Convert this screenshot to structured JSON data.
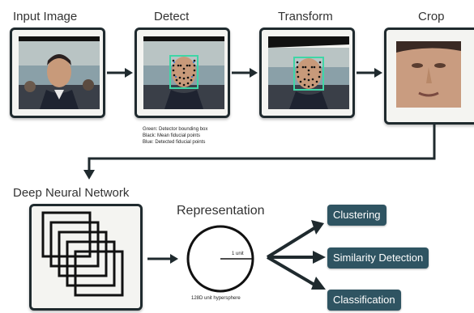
{
  "stages": {
    "input_label": "Input Image",
    "detect_label": "Detect",
    "transform_label": "Transform",
    "crop_label": "Crop"
  },
  "detect_caption": {
    "green": "Green: Detector bounding box",
    "black": "Black: Mean fiducial points",
    "blue": "Blue: Detected fiducial points"
  },
  "network": {
    "label": "Deep Neural Network"
  },
  "representation": {
    "label": "Representation",
    "radius_label": "1 unit",
    "sphere_label": "128D unit hypersphere"
  },
  "outputs": {
    "clustering": "Clustering",
    "similarity": "Similarity Detection",
    "classification": "Classification"
  },
  "colors": {
    "frame": "#1f2a2e",
    "card_bg": "#f4f4f1",
    "pill": "#2f5462",
    "bbox": "#3fd6a6",
    "fiducial_blue": "#2a6fd0"
  }
}
